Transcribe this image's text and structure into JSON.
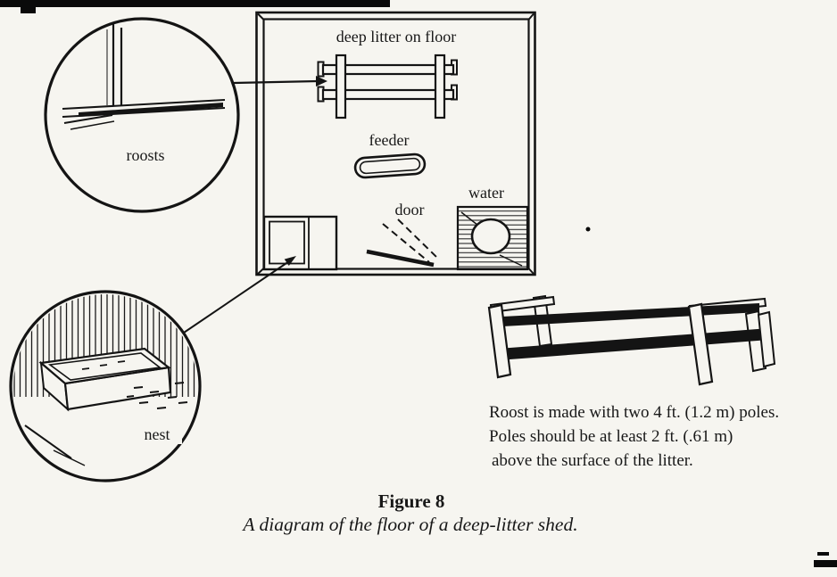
{
  "colors": {
    "paper": "#f6f5f0",
    "ink": "#141414"
  },
  "plan": {
    "deep_litter_label": "deep litter on floor",
    "feeder_label": "feeder",
    "door_label": "door",
    "water_label": "water"
  },
  "insets": {
    "roosts_label": "roosts",
    "nest_label": "nest"
  },
  "note": {
    "line1": "Roost is made with two 4 ft. (1.2 m)  poles.",
    "line2": "Poles should be at least 2 ft. (.61 m)",
    "line3": "above the surface of the litter."
  },
  "caption": {
    "title": "Figure 8",
    "subtitle": "A diagram of the floor of a deep-litter shed."
  }
}
